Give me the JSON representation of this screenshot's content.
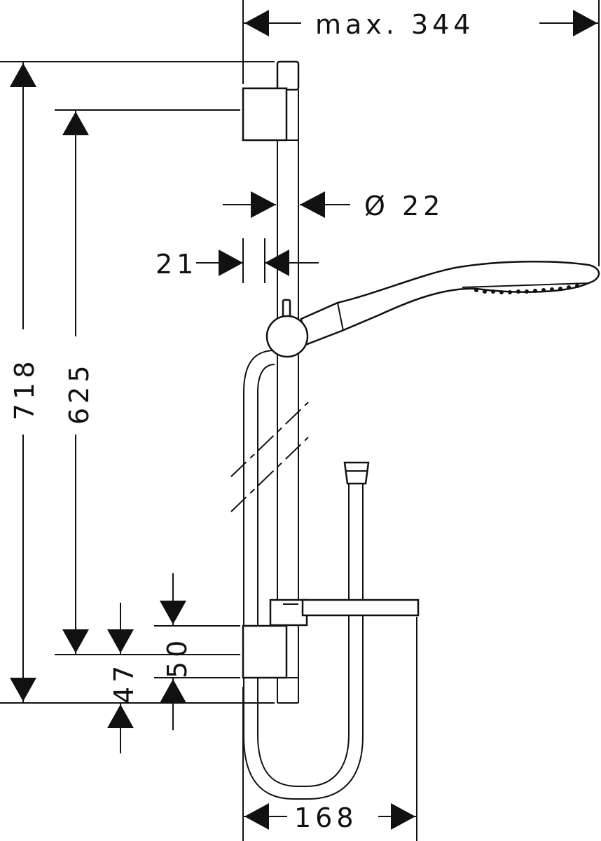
{
  "dimensions": {
    "max_width": "max. 344",
    "diameter": "Ø 22",
    "wall_offset": "21",
    "total_height": "718",
    "rail_height": "625",
    "bottom_offset": "47",
    "holder_height": "50",
    "width": "168"
  },
  "colors": {
    "line": "#111111",
    "background": "#ffffff"
  }
}
